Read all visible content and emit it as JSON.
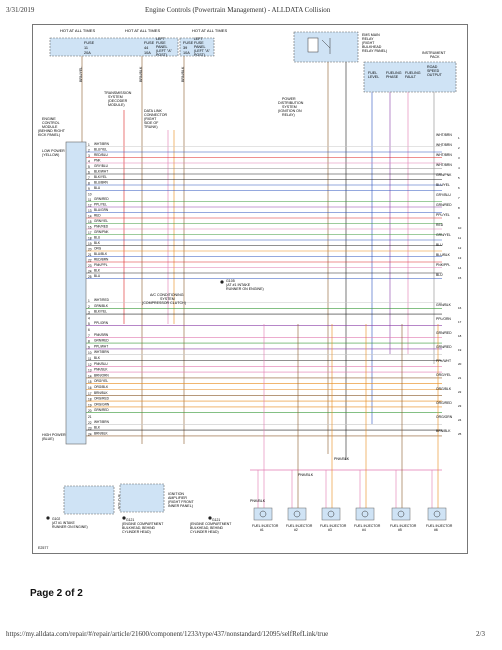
{
  "header": {
    "date": "3/31/2019",
    "title": "Engine Controls (Powertrain Management) - ALLDATA Collision"
  },
  "footer": {
    "url": "https://my.alldata.com/repair/#/repair/article/21600/component/1233/type/437/nonstandard/12095/selfRefLink/true",
    "page_fraction": "2/3",
    "page_label": "Page 2 of 2"
  },
  "diagram": {
    "figure_id": "E2577",
    "hot_labels": [
      "HOT AT ALL TIMES",
      "HOT AT ALL TIMES",
      "HOT AT ALL TIMES"
    ],
    "fuses": [
      {
        "name": "FUSE",
        "num": "11",
        "amp": "20A"
      },
      {
        "name": "FUSE",
        "num": "44",
        "amp": "10A"
      },
      {
        "name": "FUSE",
        "num": "39",
        "amp": "10A"
      }
    ],
    "fuse_panel": [
      "LEFT",
      "FUSE",
      "PANEL",
      "(LEFT \"A\"",
      "POST)"
    ],
    "top_wires": [
      "BRN/YEL",
      "BRN/BLK",
      "BRN/BLK"
    ],
    "ems_relay": [
      "EMS MAIN",
      "RELAY",
      "(RIGHT",
      "BULKHEAD",
      "RELAY PANEL)"
    ],
    "instrument_pack": [
      "INSTRUMENT",
      "PACK"
    ],
    "instrument_outputs": [
      [
        "FUEL",
        "LEVEL"
      ],
      [
        "FUELING",
        "PHASE"
      ],
      [
        "FUELING",
        "FAULT"
      ],
      [
        "ROAD",
        "SPEED",
        "OUTPUT"
      ]
    ],
    "trans_system": [
      "TRANSMISSION",
      "SYSTEM",
      "(DECODER",
      "MODULE)"
    ],
    "dlc": [
      "DATA LINK",
      "CONNECTOR",
      "(RIGHT",
      "SIDE OF",
      "TRUNK)"
    ],
    "power_dist": [
      "POWER",
      "DISTRIBUTION",
      "SYSTEM",
      "(IGNITION ON",
      "RELAY)"
    ],
    "ecm": [
      "ENGINE",
      "CONTROL",
      "MODULE",
      "(BEHIND RIGHT",
      "KICK PANEL)"
    ],
    "low_power": [
      "LOW POWER",
      "(YELLOW)"
    ],
    "high_power": [
      "HIGH POWER",
      "(BLUE)"
    ],
    "ac_system": [
      "A/C CONDITIONING",
      "SYSTEM",
      "(COMPRESSOR CLUTCH)"
    ],
    "ground_102": [
      "G102",
      "(AT #1 INTAKE",
      "RUNNER ON ENGINE)"
    ],
    "ground_105": [
      "G105",
      "(AT #1 INTAKE",
      "RUNNER ON ENGINE)"
    ],
    "ground_121a": [
      "G121",
      "(ENGINE COMPARTMENT",
      "BULKHEAD, BEHIND",
      "CYLINDER HEAD)"
    ],
    "ground_121b": [
      "G121",
      "(ENGINE COMPARTMENT",
      "BULKHEAD, BEHIND",
      "CYLINDER HEAD)"
    ],
    "ign_coil": [
      "IGNITION",
      "COIL",
      "(RIGHT FRONT",
      "INNER PANEL)"
    ],
    "ign_amp": [
      "IGNITION",
      "AMPLIFIER",
      "(RIGHT FRONT",
      "INNER PANEL)"
    ],
    "injector_label": "FUEL INJECTOR",
    "injectors": [
      "#1",
      "#2",
      "#3",
      "#4",
      "#5",
      "#6"
    ],
    "inj_bus": [
      "PNK/BLK",
      "PNK/BLK",
      "PNK/BLK"
    ],
    "ecm_wires_upper": [
      "WHT/BRN",
      "BLU/YEL",
      "RED/BLU",
      "PNK",
      "GRY/BLU",
      "BLK/WHT",
      "BLK/YEL",
      "BLU/BRN",
      "BLU",
      "",
      "GRN/RED",
      "PPL/YEL",
      "BLU/GRN",
      "RED",
      "GRN/YEL",
      "PNK/RED",
      "GRN/PNK",
      "BLU",
      "BLK",
      "ORG",
      "BLU/BLK",
      "RED/BRN",
      "PNK/PPL",
      "BLK",
      "BLU"
    ],
    "ecm_wires_lower": [
      "WHT/RED",
      "GRN/BLK",
      "BLK/YEL",
      "",
      "PPL/ORN",
      "",
      "PNK/BRN",
      "GRN/RED",
      "PPL/WHT",
      "WHT/BRN",
      "BLK",
      "PNK/BLU",
      "PNK/BLK",
      "BRN/ORN",
      "ORG/YEL",
      "ORG/BLK",
      "BRN/BLK",
      "ORG/RED",
      "ORG/GRN",
      "GRN/RED",
      "",
      "WHT/BRN",
      "BLK",
      "BRN/BLK"
    ],
    "right_labels": [
      {
        "text": "WHT/BRN",
        "n": "1"
      },
      {
        "text": "WHT/BRN",
        "n": "2"
      },
      {
        "text": "WHT/BRN",
        "n": "3"
      },
      {
        "text": "WHT/BRN",
        "n": "4"
      },
      {
        "text": "GRN/PNK",
        "n": "5"
      },
      {
        "text": "BLU/YEL",
        "n": "6"
      },
      {
        "text": "GRY/BLU",
        "n": "7"
      },
      {
        "text": "GRN/RED",
        "n": "8"
      },
      {
        "text": "PPL/YEL",
        "n": "9"
      },
      {
        "text": "RED",
        "n": "10"
      },
      {
        "text": "GRN/YEL",
        "n": "11"
      },
      {
        "text": "BLU",
        "n": "12"
      },
      {
        "text": "BLU/BLK",
        "n": "13"
      },
      {
        "text": "PNK/PPL",
        "n": "14"
      },
      {
        "text": "BLU",
        "n": "15"
      },
      {
        "text": "GRN/BLK",
        "n": "16"
      },
      {
        "text": "PPL/ORN",
        "n": "17"
      },
      {
        "text": "GRN/RED",
        "n": "18"
      },
      {
        "text": "GRN/RED",
        "n": "19"
      },
      {
        "text": "PPL/WHT",
        "n": "20"
      },
      {
        "text": "ORG/YEL",
        "n": "21"
      },
      {
        "text": "ORG/BLK",
        "n": "22"
      },
      {
        "text": "ORG/RED",
        "n": "23"
      },
      {
        "text": "ORG/GRN",
        "n": "24"
      },
      {
        "text": "BRN/BLK",
        "n": "25"
      }
    ],
    "colors": {
      "brown": "#8b5a2b",
      "blue": "#2a52be",
      "red": "#d22",
      "pink": "#e07ab0",
      "green": "#3a9a3a",
      "purple": "#8a3fa8",
      "orange": "#e88a1a",
      "gray": "#888888",
      "black": "#222222",
      "white_line": "#c8c8c8",
      "yellow": "#c9b400",
      "panel_fill": "#cfe3f5"
    }
  }
}
